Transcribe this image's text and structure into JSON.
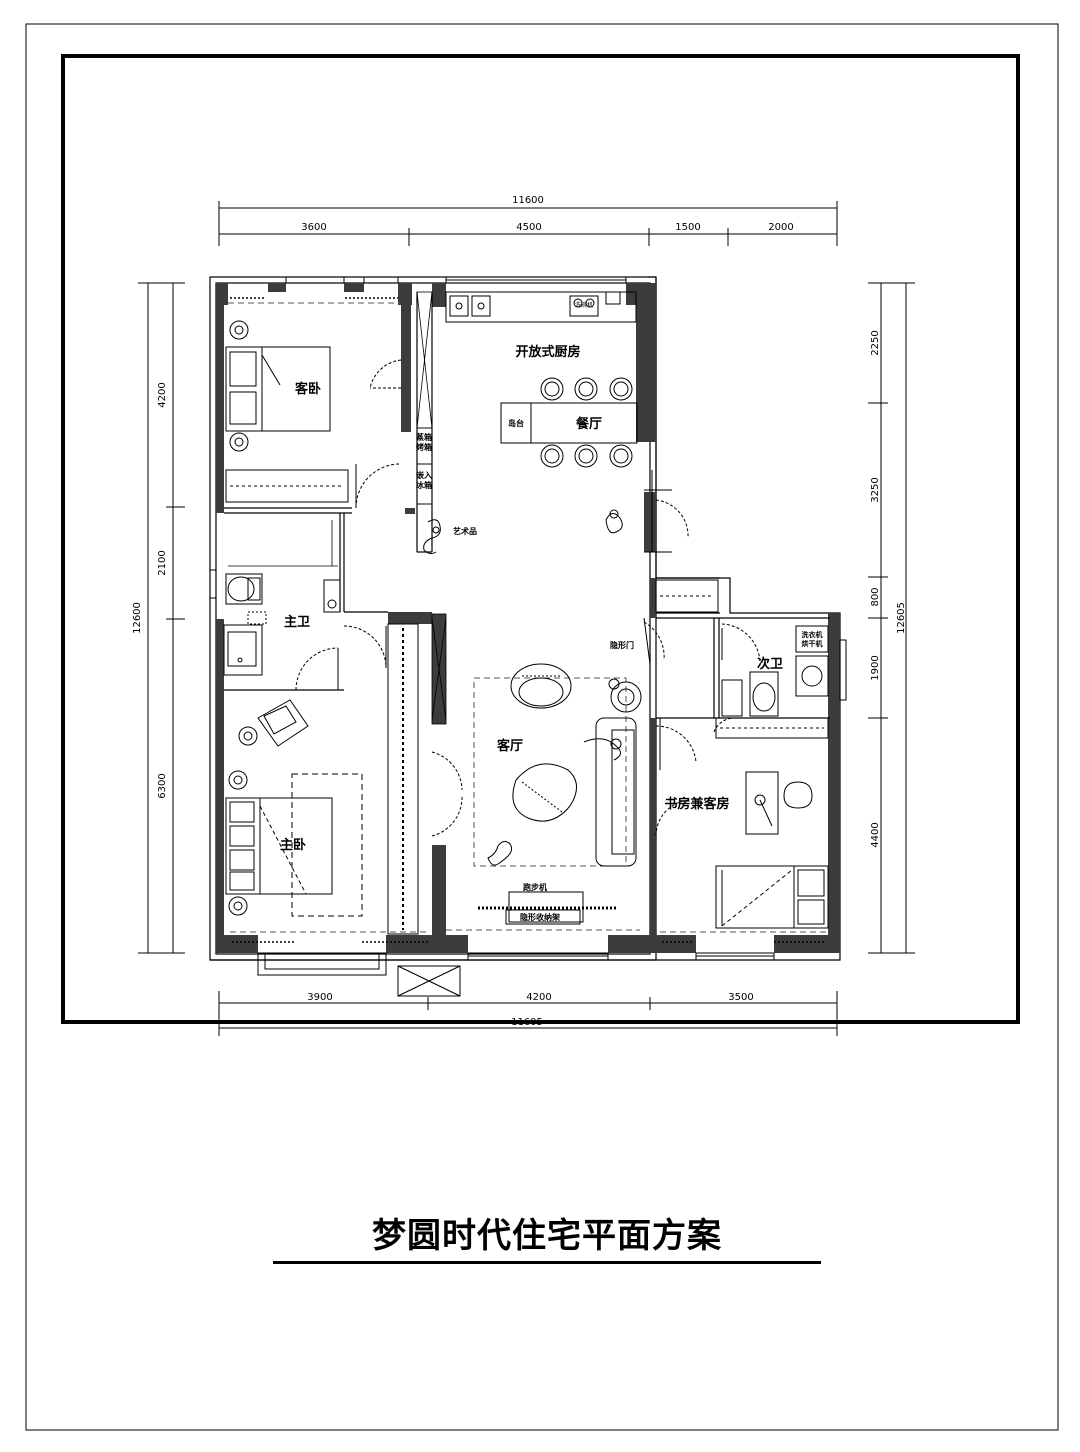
{
  "title": "梦圆时代住宅平面方案",
  "dimensions": {
    "top_total": "11600",
    "top_segments": [
      "3600",
      "4500",
      "1500",
      "2000"
    ],
    "bottom_segments": [
      "3900",
      "4200",
      "3500"
    ],
    "bottom_total": "11605",
    "left_segments": [
      "4200",
      "2100",
      "6300"
    ],
    "left_total": "12600",
    "right_segments": [
      "2250",
      "3250",
      "800",
      "1900",
      "4400"
    ],
    "right_total": "12605"
  },
  "rooms": {
    "kitchen": "开放式厨房",
    "dining": "餐厅",
    "island": "岛台",
    "guest_bedroom": "客卧",
    "master_bath": "主卫",
    "master_bedroom": "主卧",
    "living_room": "客厅",
    "second_bath": "次卫",
    "study": "书房兼客房"
  },
  "labels": {
    "oven": "蒸箱\n烤箱",
    "fridge": "嵌入\n冰箱",
    "art": "艺术品",
    "hidden_door": "隐形门",
    "washer": "洗衣机\n烘干机",
    "treadmill": "跑步机",
    "hidden_storage": "隐形收纳架",
    "sink_label": "洗碗机"
  }
}
